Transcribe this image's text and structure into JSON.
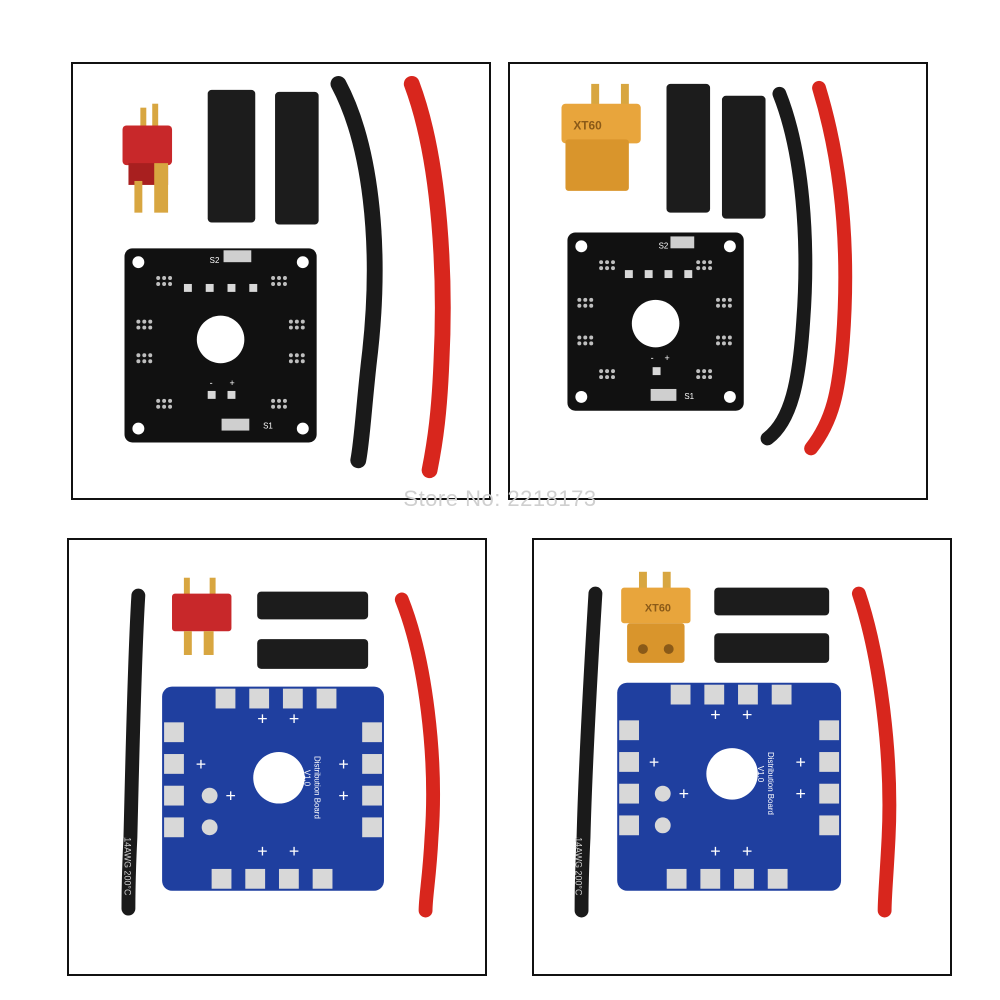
{
  "watermark": "Store No: 2218173",
  "colors": {
    "black_pcb": "#111111",
    "blue_pcb": "#1f3f9f",
    "pad": "#d8d8d8",
    "deans_connector": "#c8282a",
    "xt60_connector": "#e8a53c",
    "wire_black": "#1a1a1a",
    "wire_red": "#d8261d",
    "heat_shrink": "#1c1c1c"
  },
  "panels": {
    "p1": {
      "s1": "S1",
      "s2": "S2",
      "plus": "+",
      "minus": "-"
    },
    "p2": {
      "s1": "S1",
      "s2": "S2",
      "plus": "+",
      "minus": "-",
      "connector": "XT60"
    },
    "p3": {
      "board": "Distribution Board",
      "version": "V1.0",
      "wire": "14AWG 200°C"
    },
    "p4": {
      "board": "Distribution Board",
      "version": "V1.0",
      "wire": "14AWG 200°C",
      "connector": "XT60"
    }
  }
}
